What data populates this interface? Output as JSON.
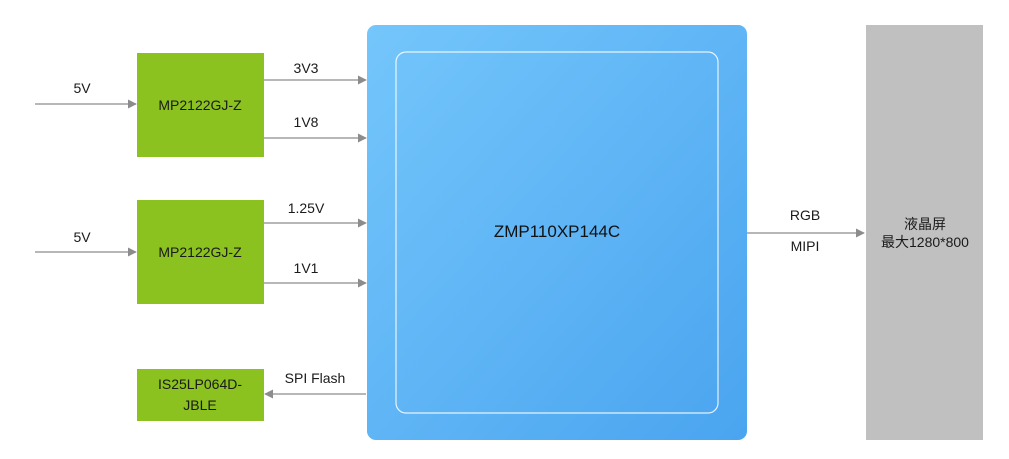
{
  "regulators": [
    {
      "name": "MP2122GJ-Z",
      "input": "5V",
      "outputs": [
        "3V3",
        "1V8"
      ]
    },
    {
      "name": "MP2122GJ-Z",
      "input": "5V",
      "outputs": [
        "1.25V",
        "1V1"
      ]
    }
  ],
  "flash": {
    "line1": "IS25LP064D-",
    "line2": "JBLE",
    "link_label": "SPI Flash"
  },
  "soc": {
    "name": "ZMP110XP144C"
  },
  "display": {
    "line1": "液晶屏",
    "line2": "最大1280*800",
    "link_top": "RGB",
    "link_bottom": "MIPI"
  },
  "colors": {
    "regulator_fill": "#8cc220",
    "soc_fill_light": "#74c6fb",
    "soc_fill_dark": "#4aa4ef",
    "display_fill": "#c0c0c0",
    "wire": "#8c8c8c"
  }
}
